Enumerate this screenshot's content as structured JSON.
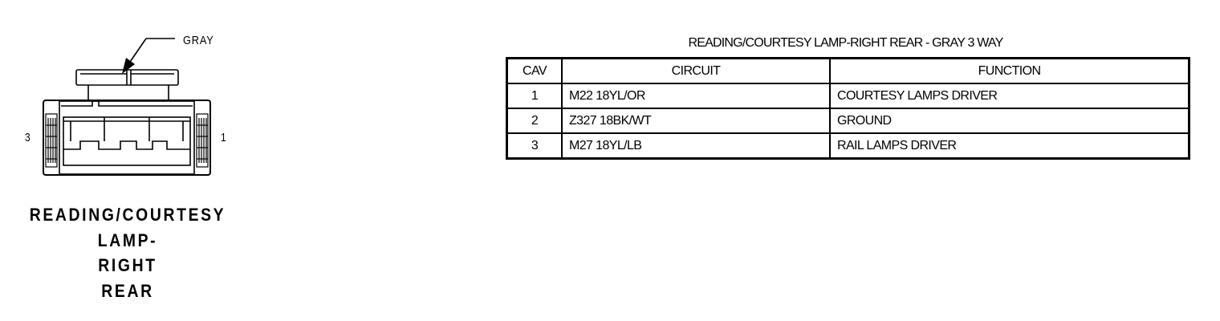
{
  "connector": {
    "color_label": "GRAY",
    "pin_left": "3",
    "pin_right": "1",
    "name_lines": [
      "READING/COURTESY",
      "LAMP-",
      "RIGHT",
      "REAR"
    ]
  },
  "table": {
    "title": "READING/COURTESY LAMP-RIGHT REAR - GRAY 3 WAY",
    "headers": {
      "cav": "CAV",
      "circuit": "CIRCUIT",
      "function": "FUNCTION"
    },
    "rows": [
      {
        "cav": "1",
        "circuit": "M22 18YL/OR",
        "function": "COURTESY LAMPS DRIVER"
      },
      {
        "cav": "2",
        "circuit": "Z327 18BK/WT",
        "function": "GROUND"
      },
      {
        "cav": "3",
        "circuit": "M27 18YL/LB",
        "function": "RAIL LAMPS DRIVER"
      }
    ]
  },
  "colors": {
    "line": "#000000",
    "background": "#ffffff"
  }
}
